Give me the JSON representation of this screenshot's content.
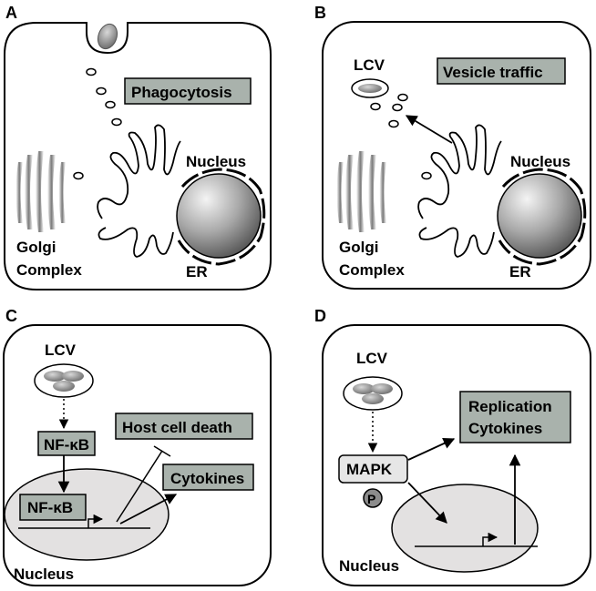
{
  "panels": {
    "a": {
      "letter": "A",
      "phagocytosis": "Phagocytosis",
      "nucleus": "Nucleus",
      "golgi_line1": "Golgi",
      "golgi_line2": "Complex",
      "er": "ER"
    },
    "b": {
      "letter": "B",
      "lcv": "LCV",
      "vesicle_traffic": "Vesicle traffic",
      "nucleus": "Nucleus",
      "golgi_line1": "Golgi",
      "golgi_line2": "Complex",
      "er": "ER"
    },
    "c": {
      "letter": "C",
      "lcv": "LCV",
      "nfkb_top": "NF-κB",
      "nfkb_nucleus": "NF-κB",
      "host_cell_death": "Host cell death",
      "cytokines": "Cytokines",
      "nucleus": "Nucleus"
    },
    "d": {
      "letter": "D",
      "lcv": "LCV",
      "mapk": "MAPK",
      "phospho": "P",
      "replication_line1": "Replication",
      "replication_line2": "Cytokines",
      "nucleus": "Nucleus"
    }
  },
  "colors": {
    "label_box": "#a9b2ac",
    "nucleus_fill": "#e3e1e1",
    "mapk_box": "#e6e6e6",
    "phospho": "#8c8c8c",
    "outline": "#000000"
  }
}
